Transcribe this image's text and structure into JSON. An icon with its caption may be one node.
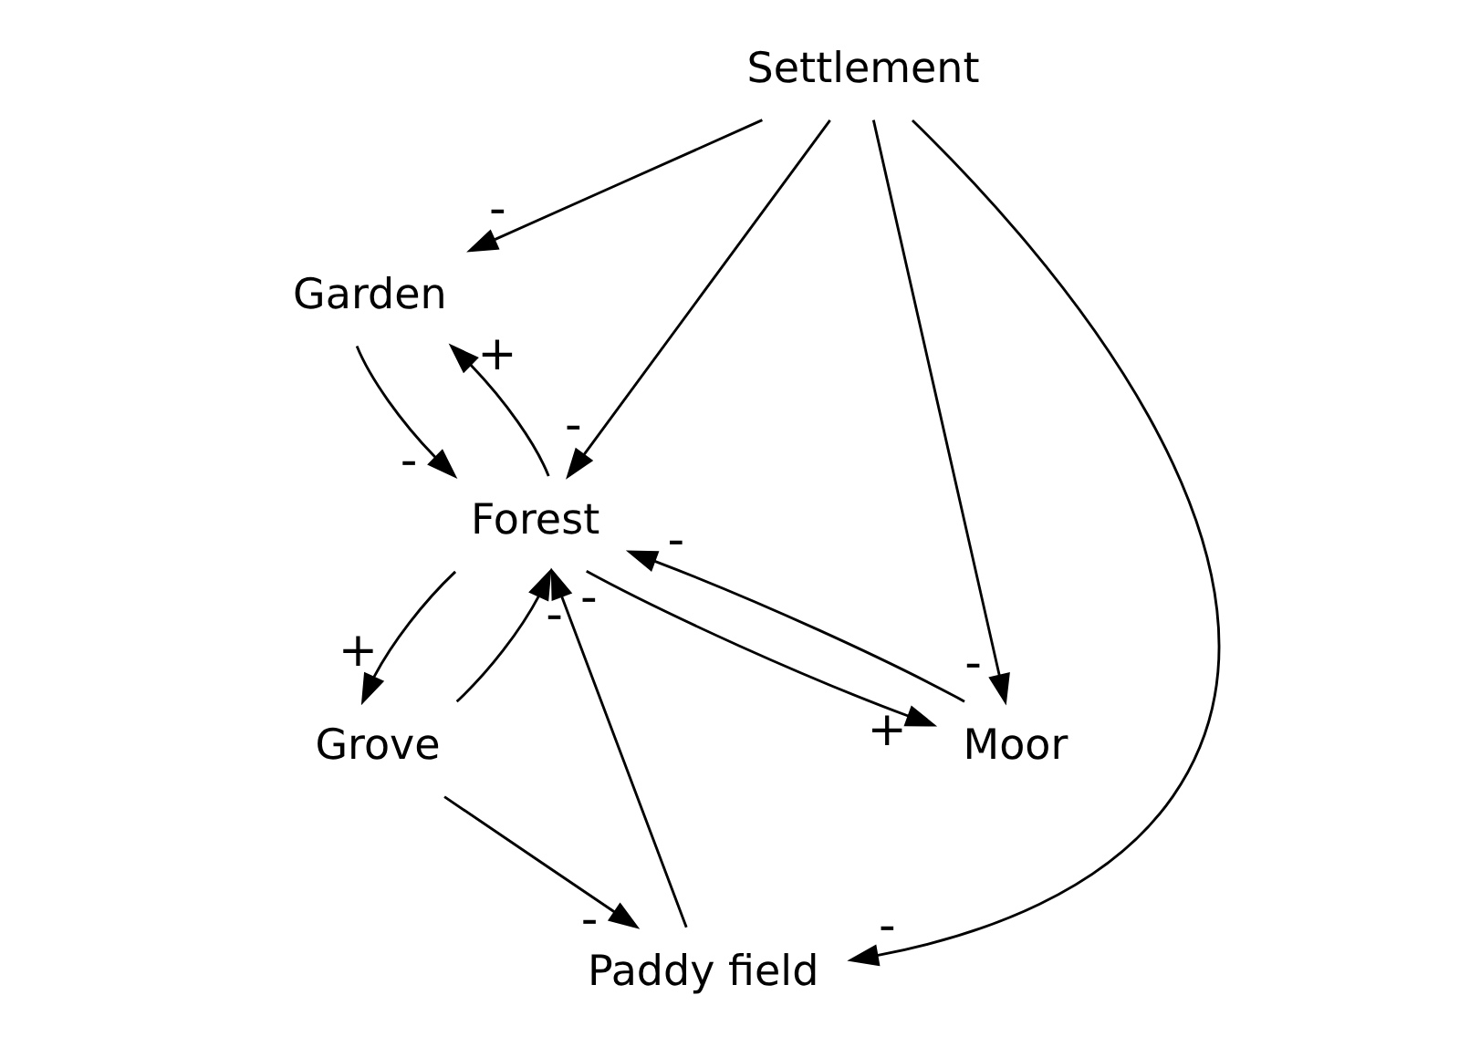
{
  "diagram": {
    "nodes": [
      {
        "text": [
          "Garden"
        ]
      },
      {
        "text": [
          "Settlement"
        ]
      },
      {
        "text": [
          "Forest"
        ]
      },
      {
        "text": [
          "Moor"
        ]
      },
      {
        "text": [
          "Paddy field"
        ]
      },
      {
        "text": [
          "Grove"
        ]
      }
    ],
    "edges": [
      {
        "from": 1,
        "to": 0,
        "arrow": "to",
        "label": "-"
      },
      {
        "from": 0,
        "to": 2,
        "arrow": "to",
        "label": "-"
      },
      {
        "from": 2,
        "to": 0,
        "arrow": "to",
        "label": "+"
      },
      {
        "from": 1,
        "to": 2,
        "arrow": "to",
        "label": "-"
      },
      {
        "from": 1,
        "to": 3,
        "arrow": "to",
        "label": "-"
      },
      {
        "from": 1,
        "to": 4,
        "arrow": "to",
        "label": "-"
      },
      {
        "from": 3,
        "to": 2,
        "arrow": "to",
        "label": "-"
      },
      {
        "from": 2,
        "to": 3,
        "arrow": "to",
        "label": "+"
      },
      {
        "from": 2,
        "to": 5,
        "arrow": "to",
        "label": "+"
      },
      {
        "from": 5,
        "to": 2,
        "arrow": "to",
        "label": "-"
      },
      {
        "from": 5,
        "to": 4,
        "arrow": "to",
        "label": "-"
      },
      {
        "from": 4,
        "to": 2,
        "arrow": "to",
        "label": "-"
      }
    ]
  }
}
